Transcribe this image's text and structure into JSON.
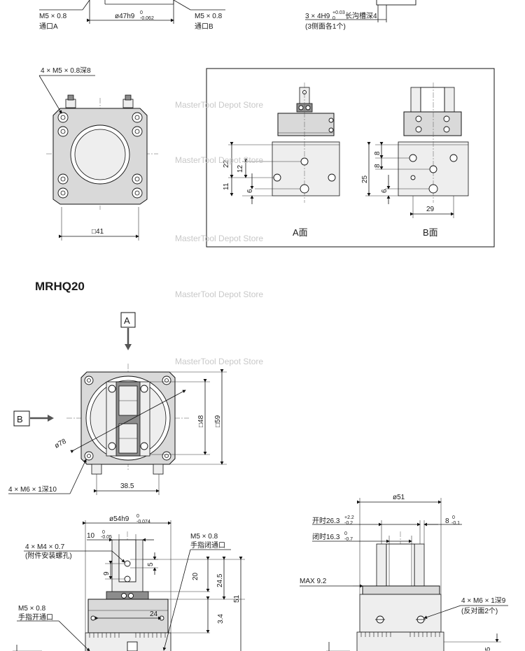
{
  "watermark": "MasterTool Depot Store",
  "top_strip": {
    "port_a_size": "M5 × 0.8",
    "port_a_label": "通口A",
    "diameter_tol": "ø47h9",
    "diameter_tol_upper": "0",
    "diameter_tol_lower": "-0.062",
    "port_b_size": "M5 × 0.8",
    "port_b_label": "通口B",
    "groove_spec": "3 × 4H9",
    "groove_tol_upper": "+0.03",
    "groove_tol_lower": "0",
    "groove_text": "长沟槽深4",
    "groove_note": "(3侧面各1个)"
  },
  "mrhq16_views": {
    "thread_callout": "4 × M5 × 0.8深8",
    "square_dim": "□41",
    "face_a_label": "A面",
    "face_b_label": "B面",
    "face_a_dims": [
      "22",
      "12",
      "11",
      "6"
    ],
    "face_b_dims": [
      "8",
      "8",
      "25",
      "6",
      "29"
    ]
  },
  "mrhq20": {
    "title": "MRHQ20",
    "arrow_a": "A",
    "arrow_b": "B",
    "circle_dia": "ø78",
    "square_48": "□48",
    "square_59": "□59",
    "mount_thread": "4 × M6 × 1深10",
    "bolt_spacing": "38.5"
  },
  "front_view": {
    "body_dia": "ø54h9",
    "body_dia_upper": "0",
    "body_dia_lower": "-0.074",
    "screw_spec": "4 × M4 × 0.7",
    "screw_note": "(附件安装螺孔)",
    "dim_10": "10",
    "dim_10_upper": "0",
    "dim_10_lower": "-0.05",
    "dim_5": "5",
    "dim_9": "9",
    "dim_20": "20",
    "dim_24_5": "24.5",
    "dim_51": "51",
    "dim_24": "24",
    "dim_3_4": "3.4",
    "port_close_size": "M5 × 0.8",
    "port_close_label": "手指闭通口",
    "port_open_size": "M5 × 0.8",
    "port_open_label": "手指开通口"
  },
  "side_view": {
    "dia_51": "ø51",
    "open_label": "开时26.3",
    "open_upper": "+2.2",
    "open_lower": "-0.2",
    "closed_label": "闭时16.3",
    "closed_upper": "0",
    "closed_lower": "-0.7",
    "dim_8": "8",
    "dim_8_upper": "0",
    "dim_8_lower": "-0.1",
    "max_label": "MAX 9.2",
    "thread_callout": "4 × M6 × 1深9",
    "thread_note": "(反对面2个)",
    "dim_5": "5"
  }
}
